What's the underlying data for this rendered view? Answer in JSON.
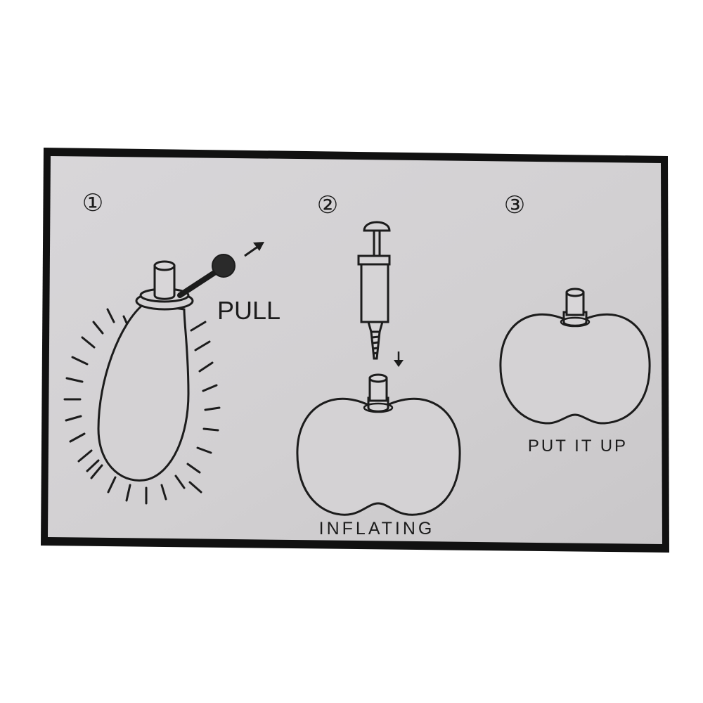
{
  "steps": [
    {
      "number": "①",
      "label": "PULL"
    },
    {
      "number": "②",
      "label": "INFLATING"
    },
    {
      "number": "③",
      "label": "PUT IT UP"
    }
  ],
  "colors": {
    "ink": "#1c1c1c",
    "card": "#d4d2d4",
    "border": "#111111",
    "background": "#ffffff"
  },
  "icons": [
    "inflator-bottle-icon",
    "pull-tab-icon",
    "arrow-up-right-icon",
    "hand-pump-icon",
    "arrow-down-icon",
    "pumpkin-icon"
  ]
}
